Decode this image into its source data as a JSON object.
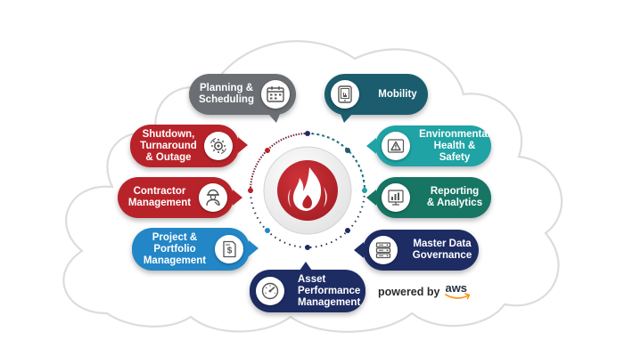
{
  "colors": {
    "red": "#b8232a",
    "red_gradient_start": "#d0343a",
    "gray": "#6b6f74",
    "teal_dark": "#1b5d6e",
    "teal": "#1fa3a4",
    "teal_green": "#177563",
    "blue": "#2386c6",
    "navy": "#1e2c64",
    "slate": "#2f4a85",
    "cloud_outline": "#dcdcdc",
    "aws_orange": "#f7981d"
  },
  "nodes": [
    {
      "id": "planning",
      "label": "Planning &\nScheduling",
      "icon": "calendar-icon"
    },
    {
      "id": "mobility",
      "label": "Mobility",
      "icon": "tablet-icon"
    },
    {
      "id": "shutdown",
      "label": "Shutdown,\nTurnaround\n& Outage",
      "icon": "gear-cycle-icon"
    },
    {
      "id": "ehs",
      "label": "Environmental\nHealth & Safety",
      "icon": "warning-icon"
    },
    {
      "id": "contractor",
      "label": "Contractor\nManagement",
      "icon": "worker-icon"
    },
    {
      "id": "reporting",
      "label": "Reporting\n& Analytics",
      "icon": "chart-icon"
    },
    {
      "id": "project",
      "label": "Project &\nPortfolio\nManagement",
      "icon": "invoice-icon"
    },
    {
      "id": "masterdata",
      "label": "Master Data\nGovernance",
      "icon": "server-icon"
    },
    {
      "id": "asset",
      "label": "Asset\nPerformance\nManagement",
      "icon": "gauge-icon"
    }
  ],
  "center": {
    "icon": "flame-icon"
  },
  "powered_by": {
    "text": "powered by",
    "logo_text": "aws"
  }
}
